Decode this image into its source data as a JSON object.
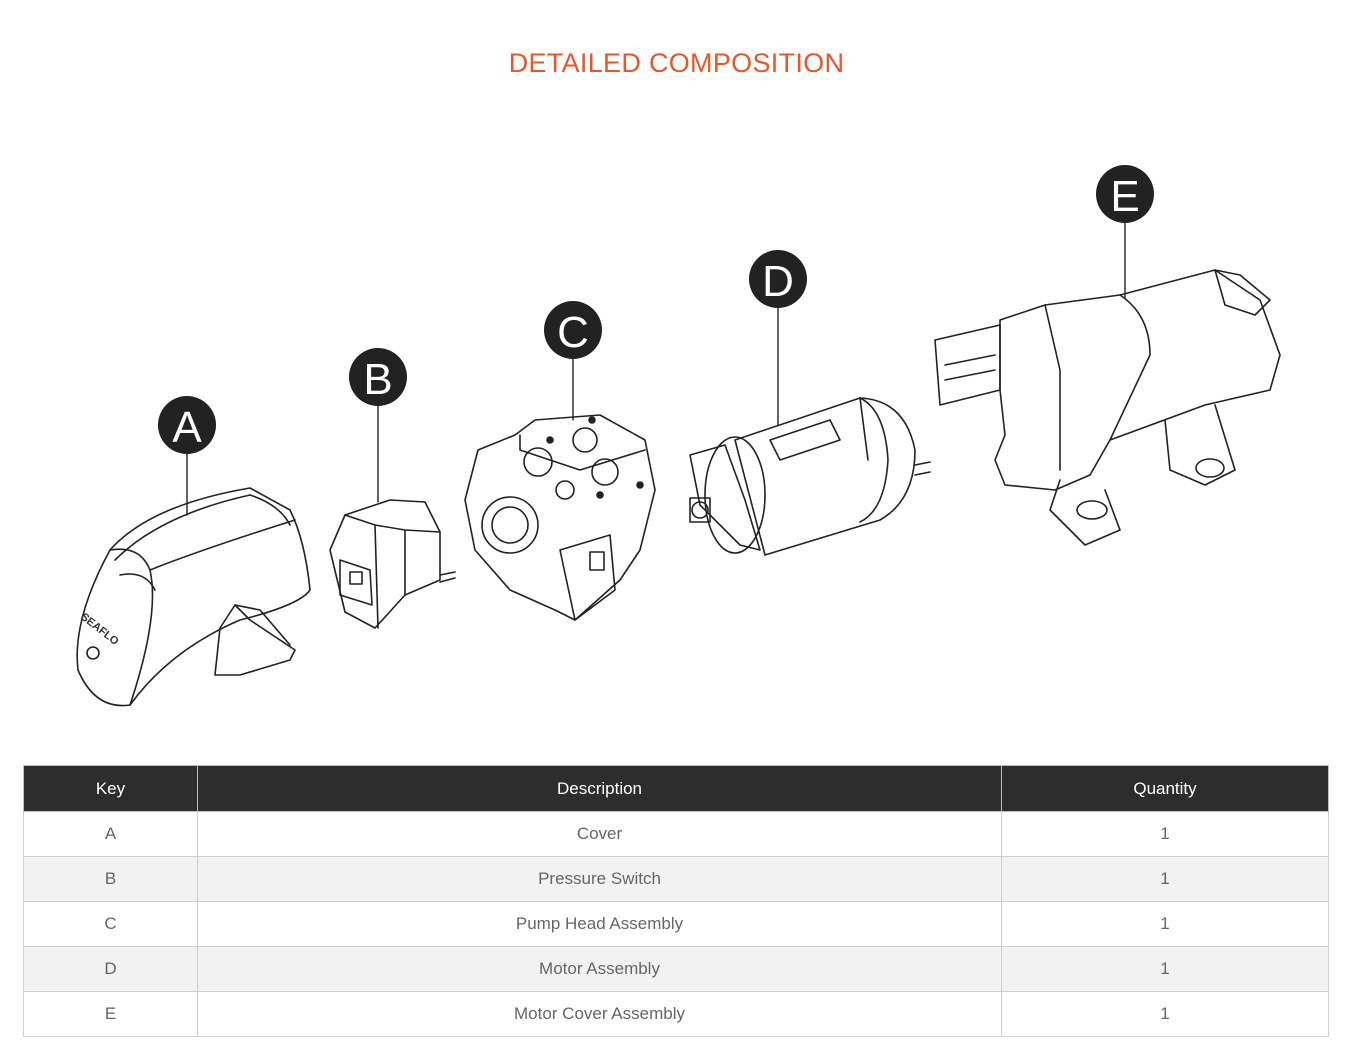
{
  "page": {
    "title": "DETAILED COMPOSITION",
    "title_color": "#e8562a"
  },
  "figure": {
    "callouts": [
      "A",
      "B",
      "C",
      "D",
      "E"
    ],
    "brand_mark": "SEAFLO"
  },
  "table": {
    "headers": {
      "key": "Key",
      "description": "Description",
      "quantity": "Quantity"
    },
    "rows": [
      {
        "key": "A",
        "description": "Cover",
        "quantity": "1"
      },
      {
        "key": "B",
        "description": "Pressure Switch",
        "quantity": "1"
      },
      {
        "key": "C",
        "description": "Pump Head Assembly",
        "quantity": "1"
      },
      {
        "key": "D",
        "description": "Motor Assembly",
        "quantity": "1"
      },
      {
        "key": "E",
        "description": "Motor Cover Assembly",
        "quantity": "1"
      }
    ],
    "header_bg": "#2d2d2d",
    "alt_row_bg": "#f2f2f2"
  }
}
